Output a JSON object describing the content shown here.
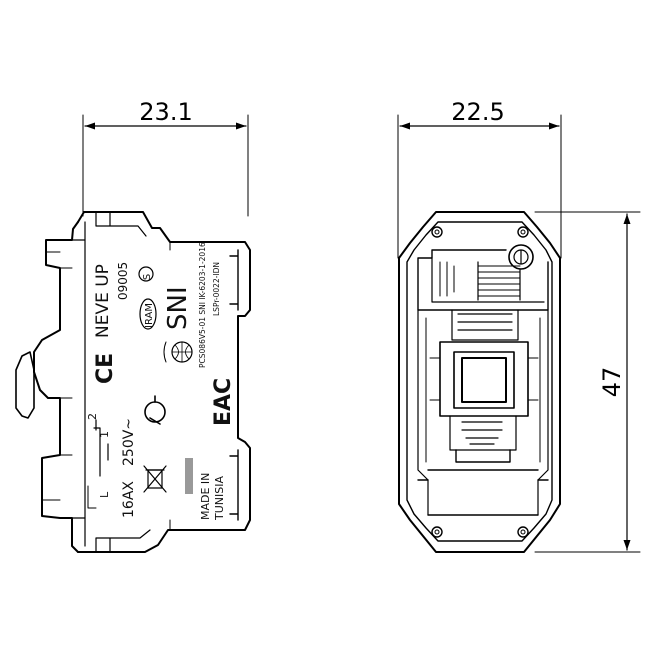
{
  "dimensions": {
    "side_width": "23.1",
    "front_width": "22.5",
    "front_height": "47"
  },
  "side_markings": {
    "brand": "NEVE UP",
    "code": "09005",
    "standard": "SNI",
    "iram": "IRAM",
    "cert_line1": "PCS086V5-01 SNI IK-6203-1-2016",
    "cert_line2": "LSPr-0022-IDN",
    "ce": "CE",
    "eac": "EAC",
    "terminals_top": "2",
    "terminals_mid": "1",
    "terminal_l": "L",
    "rating_voltage": "250V~",
    "rating_current": "16AX",
    "origin_line1": "MADE IN",
    "origin_line2": "TUNISIA"
  },
  "colors": {
    "line": "#000000",
    "background": "#ffffff",
    "marking": "#111111"
  }
}
